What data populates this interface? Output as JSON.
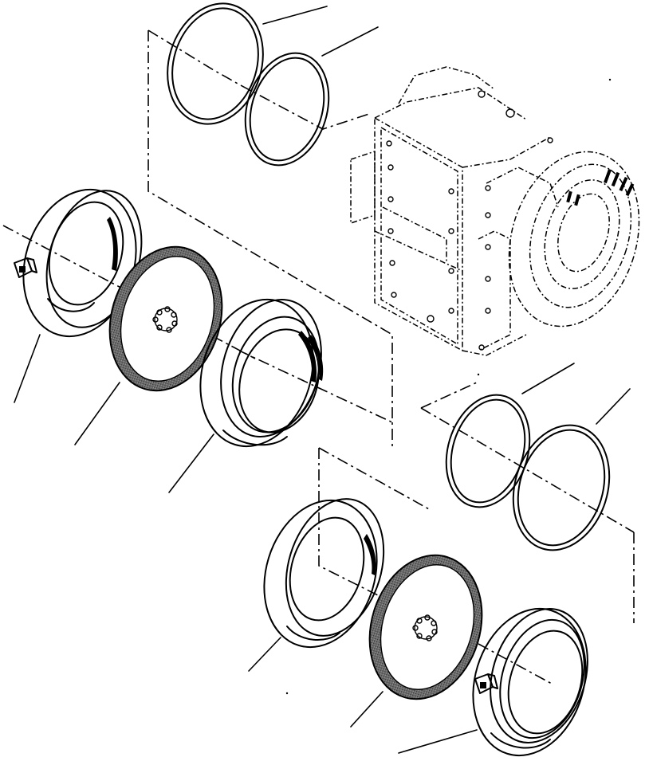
{
  "diagram": {
    "type": "exploded-parts-view",
    "line_color": "#000000",
    "friction_disc_color": "#5a5a5a",
    "background": "#ffffff",
    "parts": [
      {
        "name": "o-ring",
        "group": "upper"
      },
      {
        "name": "o-ring",
        "group": "upper"
      },
      {
        "name": "brake-housing",
        "group": "upper"
      },
      {
        "name": "friction-disc",
        "group": "upper"
      },
      {
        "name": "piston",
        "group": "upper"
      },
      {
        "name": "o-ring",
        "group": "lower"
      },
      {
        "name": "o-ring",
        "group": "lower"
      },
      {
        "name": "piston",
        "group": "lower"
      },
      {
        "name": "friction-disc",
        "group": "lower"
      },
      {
        "name": "brake-housing",
        "group": "lower"
      },
      {
        "name": "axle-housing",
        "group": "center"
      }
    ]
  }
}
